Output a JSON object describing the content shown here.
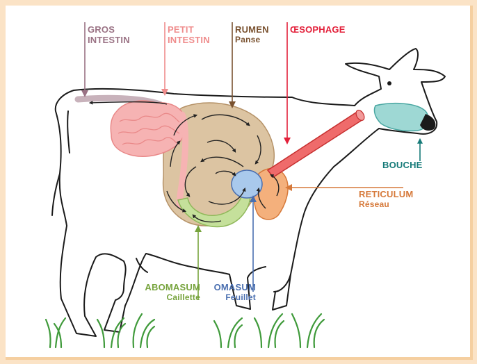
{
  "labels": {
    "gros_intestin": {
      "line1": "GROS",
      "line2": "INTESTIN",
      "color": "#9a7284"
    },
    "petit_intestin": {
      "line1": "PETIT",
      "line2": "INTESTIN",
      "color": "#ef8c8c"
    },
    "rumen": {
      "name": "RUMEN",
      "sub": "Panse",
      "color": "#7a5230"
    },
    "oesophage": {
      "name": "ŒSOPHAGE",
      "color": "#e3203a"
    },
    "bouche": {
      "name": "BOUCHE",
      "color": "#157a78"
    },
    "reticulum": {
      "name": "RETICULUM",
      "sub": "Réseau",
      "color": "#d6793a"
    },
    "abomasum": {
      "name": "ABOMASUM",
      "sub": "Caillette",
      "color": "#76a33c"
    },
    "omasum": {
      "name": "OMASUM",
      "sub": "Feuillet",
      "color": "#4a6fb0"
    }
  },
  "colors": {
    "rumen_fill": "#dcc4a2",
    "reticulum_fill": "#f4b07c",
    "omasum_fill": "#a9c9ec",
    "abomasum_fill": "#c5e09b",
    "small_intestine_fill": "#f6b3b3",
    "large_intestine_fill": "#d7c0cc",
    "oesophagus_fill": "#ef6b6b",
    "mouth_fill": "#9ed8d4",
    "grass": "#3f9a3a"
  }
}
